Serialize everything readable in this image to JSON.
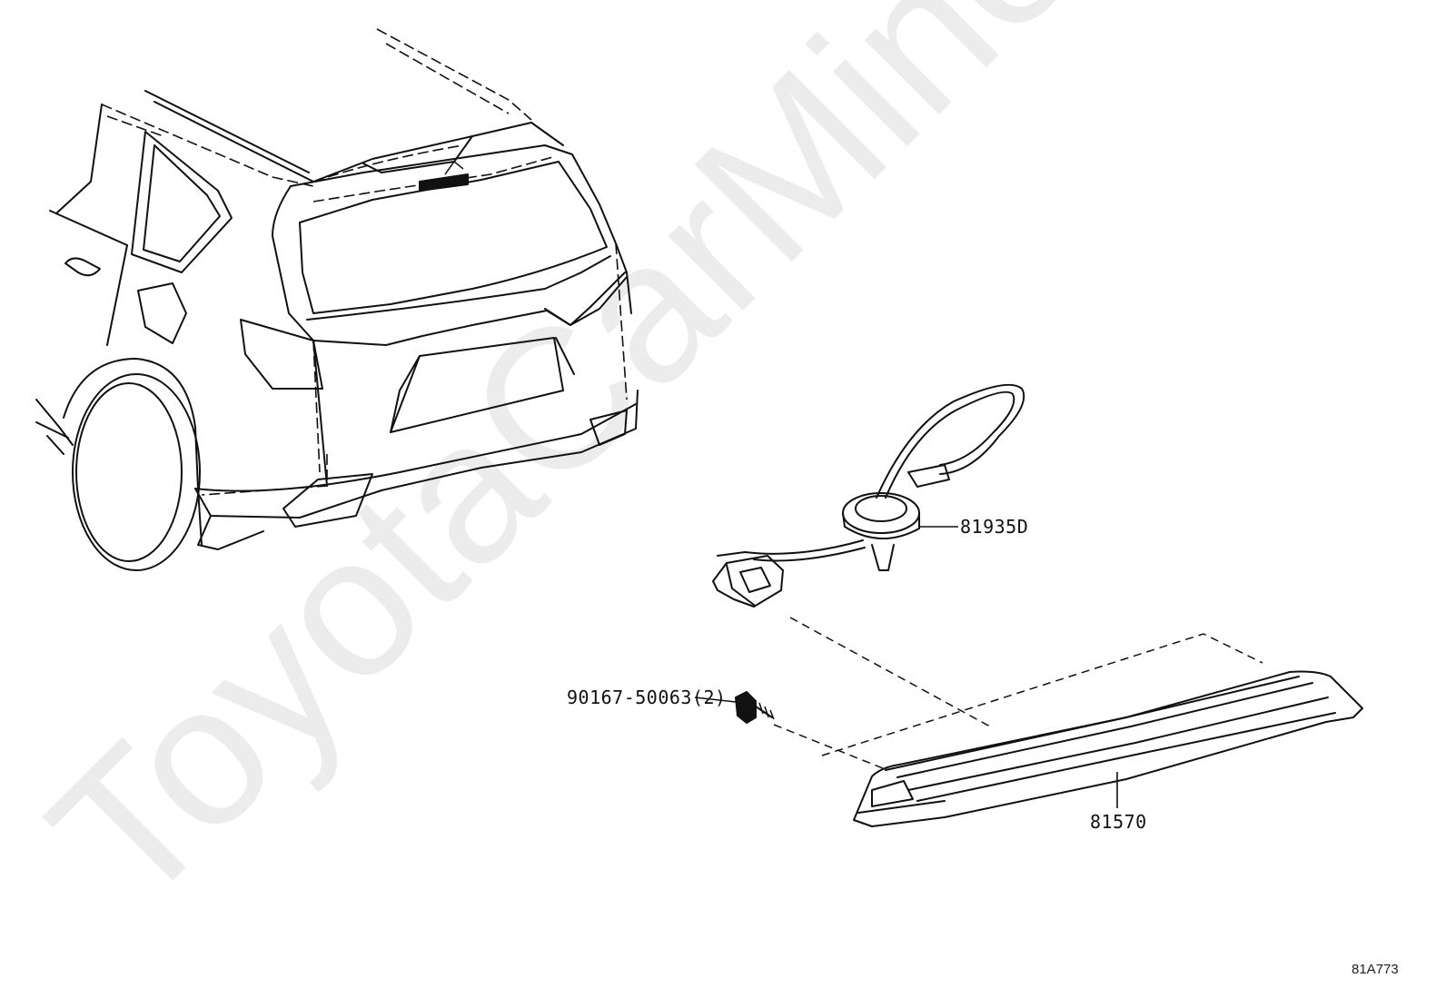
{
  "watermark": "ToyotaCarMine.ru",
  "parts": [
    {
      "number": "81935D"
    },
    {
      "number": "90167-50063(2)"
    },
    {
      "number": "81570"
    }
  ],
  "figure_ref": "81A773"
}
